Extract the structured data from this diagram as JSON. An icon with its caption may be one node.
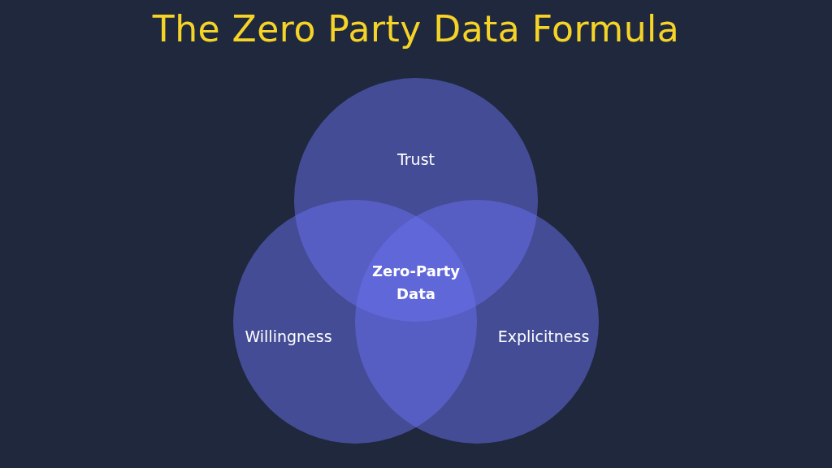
{
  "diagram": {
    "title": "The Zero Party Data Formula",
    "nodes": [
      {
        "text": [
          "Trust"
        ]
      },
      {
        "text": [
          "Willingness"
        ]
      },
      {
        "text": [
          "Explicitness"
        ]
      }
    ],
    "labels": [
      "Zero-Party Data"
    ]
  }
}
